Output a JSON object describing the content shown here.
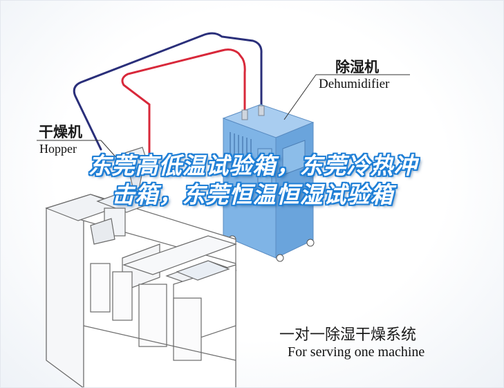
{
  "labels": {
    "dehumidifier_cn": "除湿机",
    "dehumidifier_en": "Dehumidifier",
    "hopper_cn": "干燥机",
    "hopper_en": "Hopper",
    "system_cn": "一对一除湿干燥系统",
    "system_en": "For serving one machine"
  },
  "overlay": {
    "title": "东莞高低温试验箱，东莞冷热冲击箱，东莞恒温恒湿试验箱"
  },
  "colors": {
    "supply_pipe": "#d8283a",
    "return_pipe": "#2a2f7a",
    "dehumidifier_body": "#7fb4e6",
    "machine_outline": "#6b6b6b",
    "watermark_stroke": "#1f7fd6"
  }
}
